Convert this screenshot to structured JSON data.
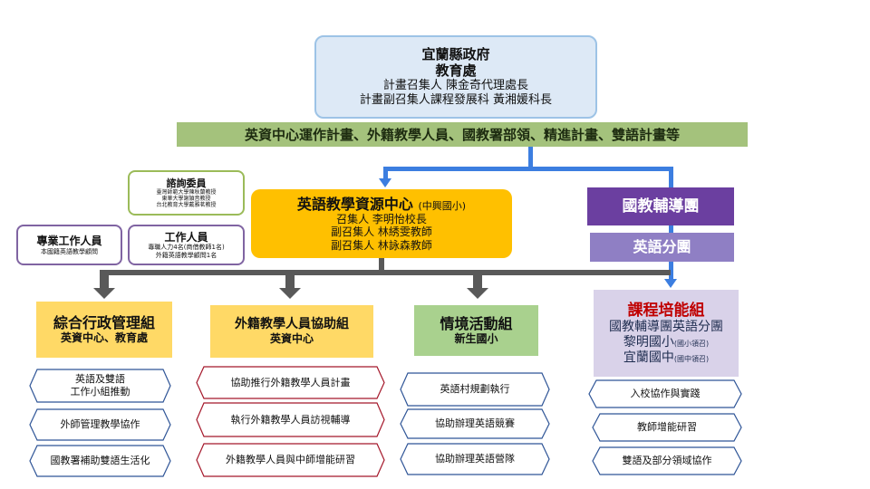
{
  "top": {
    "title1": "宜蘭縣政府",
    "title2": "教育處",
    "line1": "計畫召集人 陳金奇代理處長",
    "line2": "計畫副召集人課程發展科 黃湘媛科長"
  },
  "banner": "英資中心運作計畫、外籍教學人員、國教署部領、精進計畫、雙語計畫等",
  "advisory": {
    "title": "諮詢委員",
    "members": [
      "臺灣師範大學陳秋蘭教授",
      "東華大學謝頴音教授",
      "台北教育大學戴雅茗教授"
    ]
  },
  "professional": {
    "title": "專業工作人員",
    "desc": "本國籍英語教學顧問"
  },
  "staff": {
    "title": "工作人員",
    "line1": "專職人力4名(商借教師1名)",
    "line2": "外籍英語教學顧問1名"
  },
  "center": {
    "title": "英語教學資源中心",
    "school": "(中興國小)",
    "line1": "召集人 李明怡校長",
    "line2": "副召集人 林綉雯教師",
    "line3": "副召集人 林詠森教師"
  },
  "guidance": "國教輔導團",
  "english_team": "英語分團",
  "groups": [
    {
      "title": "綜合行政管理組",
      "sub": "英資中心、教育處",
      "items": [
        "英語及雙語\n工作小組推動",
        "外師管理教學協作",
        "國教署補助雙語生活化"
      ]
    },
    {
      "title": "外籍教學人員協助組",
      "sub": "英資中心",
      "items": [
        "協助推行外籍教學人員計畫",
        "執行外籍教學人員訪視輔導",
        "外籍教學人員與中師增能研習"
      ]
    },
    {
      "title": "情境活動組",
      "sub": "新生國小",
      "items": [
        "英語村規劃執行",
        "協助辦理英語競賽",
        "協助辦理英語營隊"
      ]
    },
    {
      "title": "課程培能組",
      "sub1": "國教輔導團英語分團",
      "sub2": "黎明國小",
      "sub2note": "(國小領召)",
      "sub3": "宜蘭國中",
      "sub3note": "(國中領召)",
      "items": [
        "入校協作與實踐",
        "教師增能研習",
        "雙語及部分領域協作"
      ]
    }
  ],
  "colors": {
    "center": "#ffc000",
    "banner": "#a4c27c",
    "guidance": "#6b3fa0",
    "connector_blue": "#3c7ee0",
    "connector_gray": "#595959"
  }
}
